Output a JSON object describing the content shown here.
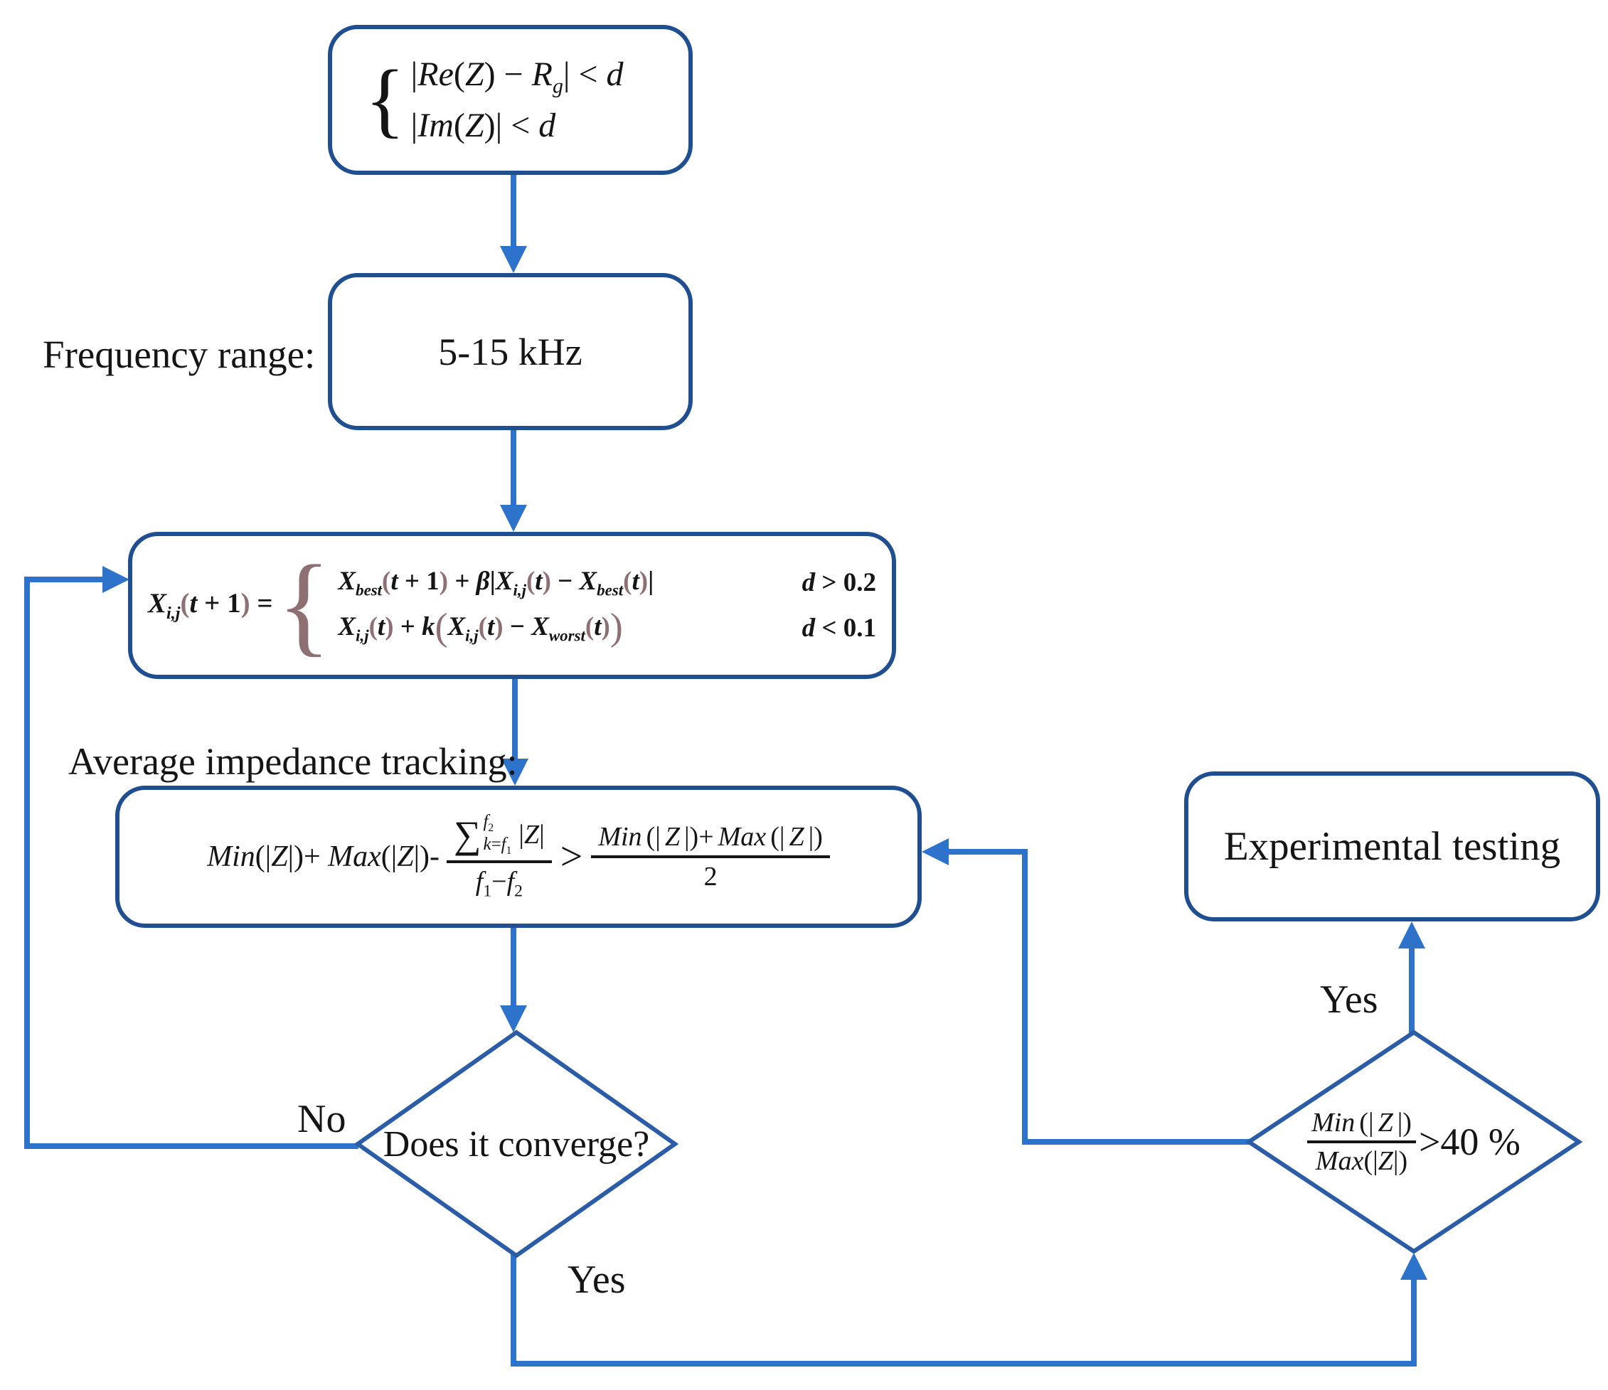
{
  "colors": {
    "box_border": "#1f4e91",
    "diamond_border": "#2a5ca8",
    "connector": "#2e73cb",
    "text": "#151515",
    "paren_accent": "#8e6f73",
    "background": "#ffffff"
  },
  "nodes": {
    "criteria": {
      "brace": "{",
      "line1_html": "|<i>Re</i>(<i>Z</i>) − <i>R<sub>g</sub></i>| &lt; <i>d</i>",
      "line2_html": "|<i>Im</i>(<i>Z</i>)| &lt; <i>d</i>"
    },
    "frequency": {
      "label": "Frequency range:",
      "value": "5-15 kHz"
    },
    "update": {
      "lhs_html": "<i>X<sub>i,j</sub></i><span class='mp'>(</span><i>t</i> + 1<span class='mp'>)</span> =",
      "brace": "{",
      "case1_html": "<i>X<sub>best</sub></i><span class='mp'>(</span><i>t</i> + 1<span class='mp'>)</span> + <i>β</i>|<i>X<sub>i,j</sub></i><span class='mp'>(</span><i>t</i><span class='mp'>)</span> − <i>X<sub>best</sub></i><span class='mp'>(</span><i>t</i><span class='mp'>)</span>|",
      "case1_cond_html": "<i>d</i> &gt; 0.2",
      "case2_html": "<i>X<sub>i,j</sub></i><span class='mp'>(</span><i>t</i><span class='mp'>)</span> + <i>k</i><span class='mp bigp'>(</span><i>X<sub>i,j</sub></i><span class='mp'>(</span><i>t</i><span class='mp'>)</span> − <i>X<sub>worst</sub></i><span class='mp'>(</span><i>t</i><span class='mp'>)</span><span class='mp bigp'>)</span>",
      "case2_cond_html": "<i>d</i> &lt; 0.1"
    },
    "tracking": {
      "label": "Average impedance tracking:",
      "prefix_html": "<i>Min</i>(|<i>Z</i>|)+ <i>Max</i>(|<i>Z</i>|)-",
      "sigma": "∑",
      "sum_sup_html": "<i>f</i><sub>2</sub>",
      "sum_sub_html": "<i>k</i>=<i>f</i><sub>1</sub>",
      "sum_arg_html": "|<i>Z</i>|",
      "left_den_html": "<i>f</i><sub>1</sub>−<i>f</i><sub>2</sub>",
      "gt": ">",
      "right_num_html": "<i>Min</i>(|<i>Z</i>|)+ <i>Max</i>(|<i>Z</i>|)",
      "right_den": "2"
    },
    "converge": {
      "question": "Does it converge?"
    },
    "ratio": {
      "num_html": "<i>Min</i>(|<i>Z</i>|)",
      "den_html": "<i>Max</i>(|<i>Z</i>|)",
      "cond_html": "&gt;40 %"
    },
    "experimental": {
      "label": "Experimental testing"
    }
  },
  "edge_labels": {
    "no": "No",
    "yes_bottom": "Yes",
    "yes_right": "Yes"
  }
}
